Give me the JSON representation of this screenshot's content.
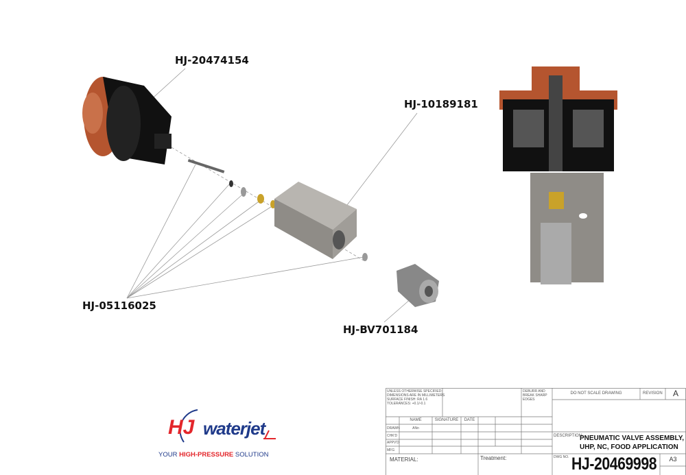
{
  "callouts": {
    "top_left_part": "HJ-20474154",
    "valve_block": "HJ-10189181",
    "small_parts": "HJ-05116025",
    "fitting": "HJ-BV701184"
  },
  "logo": {
    "mark": "HJ",
    "wordmark": "waterjet",
    "tagline_1": "YOUR ",
    "tagline_2": "HIGH-PRESSURE",
    "tagline_3": " SOLUTION",
    "colors": {
      "red": "#e3262b",
      "blue": "#1f3a8a"
    }
  },
  "title_block": {
    "notes": [
      "UNLESS OTHERWISE SPECIFIED:",
      "DIMENSIONS ARE IN MILLIMETERS",
      "SURFACE FINISH: RA 1.6",
      "TOLERANCES: +0.1/-0.1"
    ],
    "deburr": [
      "DEBURR AND",
      "BREAK SHARP",
      "EDGES"
    ],
    "do_not_scale": "DO NOT SCALE DRAWING",
    "revision_label": "REVISION",
    "revision": "A",
    "headers": {
      "name": "NAME",
      "signature": "SIGNATURE",
      "date": "DATE"
    },
    "rows": [
      "DRAWN",
      "CHK'D",
      "APPV'D",
      "MFG"
    ],
    "drawn_name": "ANn",
    "description_label": "DESCRIPTION:",
    "description_1": "PNEUMATIC VALVE ASSEMBLY,",
    "description_2": "UHP, NC, FOOD APPLICATION",
    "material_label": "MATERIAL:",
    "treatment_label": "Treatment:",
    "dwg_no_label": "DWG NO.",
    "dwg_no": "HJ-20469998",
    "sheet_size": "A3"
  }
}
